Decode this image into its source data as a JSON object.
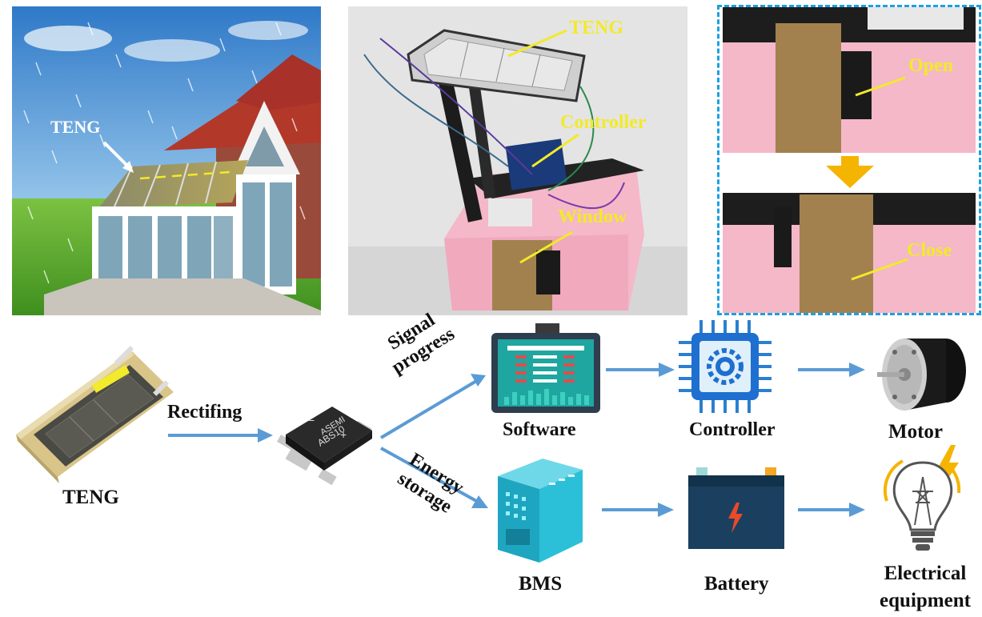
{
  "photo_house": {
    "teng_label": "TENG"
  },
  "photo_prototype": {
    "teng_label": "TENG",
    "controller_label": "Controller",
    "window_label": "Window"
  },
  "photo_window": {
    "open_label": "Open",
    "close_label": "Close"
  },
  "chip_markings": {
    "brand": "ASEMI",
    "part": "ABS10",
    "minus": "−",
    "plus": "+"
  },
  "flow": {
    "teng": "TENG",
    "rectifing": "Rectifing",
    "signal_progress": [
      "Signal",
      "progress"
    ],
    "energy_storage": [
      "Energy",
      "storage"
    ],
    "software": "Software",
    "controller": "Controller",
    "motor": "Motor",
    "bms": "BMS",
    "battery": "Battery",
    "electrical_equipment": [
      "Electrical",
      "equipment"
    ]
  },
  "colors": {
    "arrow": "#5b9bd5",
    "label_yellow": "#f2ea2a",
    "dashed_border": "#1e9fe0",
    "down_arrow": "#f5b400",
    "box_pink": "#f4b8c8"
  },
  "icons": [
    "teng-device-icon",
    "bridge-rectifier-chip-icon",
    "software-monitor-icon",
    "controller-chip-icon",
    "motor-icon",
    "bms-server-icon",
    "battery-icon",
    "lightbulb-icon"
  ]
}
